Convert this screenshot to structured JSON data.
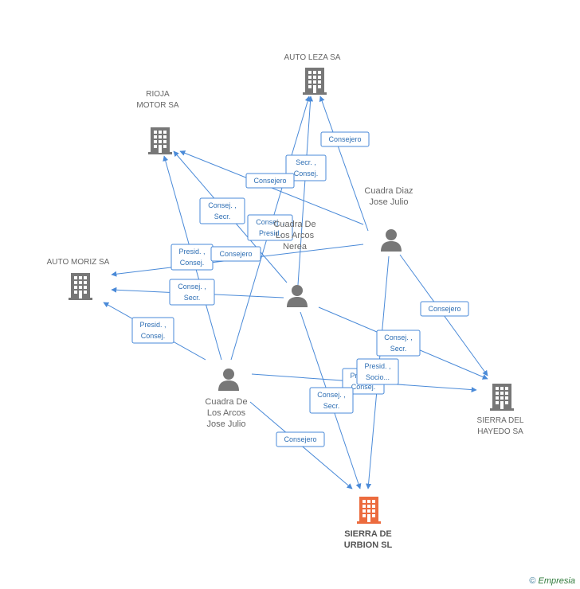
{
  "colors": {
    "edge": "#4a8ad8",
    "company": "#777777",
    "focus_company": "#ec6b3e",
    "person": "#777777"
  },
  "nodes": [
    {
      "id": "auto_leza",
      "kind": "company",
      "icon": "building-icon",
      "lines": [
        "AUTO LEZA SA"
      ]
    },
    {
      "id": "rioja_motor",
      "kind": "company",
      "icon": "building-icon",
      "lines": [
        "RIOJA",
        "MOTOR SA"
      ]
    },
    {
      "id": "auto_moriz",
      "kind": "company",
      "icon": "building-icon",
      "lines": [
        "AUTO MORIZ SA"
      ]
    },
    {
      "id": "sierra_hayedo",
      "kind": "company",
      "icon": "building-icon",
      "lines": [
        "SIERRA DEL",
        "HAYEDO SA"
      ]
    },
    {
      "id": "sierra_urbion",
      "kind": "focus-company",
      "icon": "building-icon",
      "lines": [
        "SIERRA DE",
        "URBION SL"
      ]
    },
    {
      "id": "cuadra_diaz",
      "kind": "person",
      "icon": "person-icon",
      "lines": [
        "Cuadra Diaz",
        "Jose Julio"
      ]
    },
    {
      "id": "cuadra_nerea",
      "kind": "person",
      "icon": "person-icon",
      "lines": [
        "Cuadra De",
        "Los Arcos",
        "Nerea"
      ]
    },
    {
      "id": "cuadra_julio",
      "kind": "person",
      "icon": "person-icon",
      "lines": [
        "Cuadra De",
        "Los Arcos",
        "Jose Julio"
      ]
    }
  ],
  "edge_labels": [
    {
      "id": "l1",
      "lines": [
        "Consejero"
      ]
    },
    {
      "id": "l2",
      "lines": [
        "Secr. ,",
        "Consej."
      ]
    },
    {
      "id": "l3",
      "lines": [
        "Consejero"
      ]
    },
    {
      "id": "l4",
      "lines": [
        "Consej. ,",
        "Secr."
      ]
    },
    {
      "id": "l5",
      "lines": [
        "Consej. ,",
        "Presid."
      ]
    },
    {
      "id": "l6",
      "lines": [
        "Presid. ,",
        "Consej."
      ]
    },
    {
      "id": "l7",
      "lines": [
        "Consejero"
      ]
    },
    {
      "id": "l8",
      "lines": [
        "Consej. ,",
        "Secr."
      ]
    },
    {
      "id": "l9",
      "lines": [
        "Presid. ,",
        "Consej."
      ]
    },
    {
      "id": "l10",
      "lines": [
        "Consejero"
      ]
    },
    {
      "id": "l11",
      "lines": [
        "Consej. ,",
        "Secr."
      ]
    },
    {
      "id": "l12",
      "lines": [
        "Presid. ,",
        "Consej."
      ]
    },
    {
      "id": "l13",
      "lines": [
        "Presid. ,",
        "Socio..."
      ]
    },
    {
      "id": "l14",
      "lines": [
        "Consej. ,",
        "Secr."
      ]
    },
    {
      "id": "l15",
      "lines": [
        "Consejero"
      ]
    }
  ],
  "footer": {
    "symbol": "©",
    "brand": "Empresia"
  }
}
